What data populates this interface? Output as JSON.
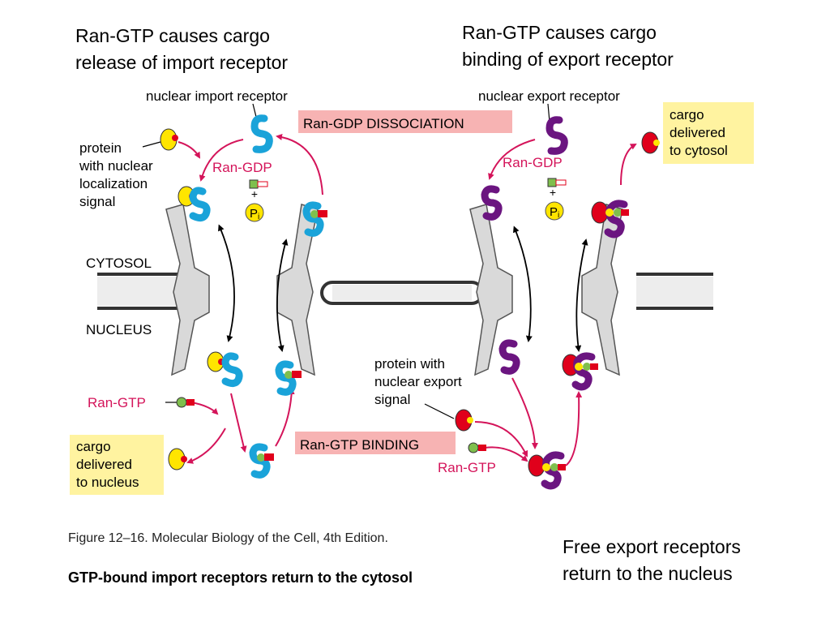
{
  "headings": {
    "import_title": [
      "Ran-GTP causes cargo",
      "release of import receptor"
    ],
    "export_title": [
      "Ran-GTP causes cargo",
      "binding of export receptor"
    ],
    "return_title": [
      "Free export receptors",
      "return to the nucleus"
    ],
    "caption": "GTP-bound import receptors return to the cytosol"
  },
  "figure": {
    "nuclear_import_receptor": "nuclear import receptor",
    "nuclear_export_receptor": "nuclear export receptor",
    "ran_gdp_dissociation": "Ran-GDP DISSOCIATION",
    "ran_gtp_binding": "Ran-GTP BINDING",
    "protein_nls": [
      "protein",
      "with nuclear",
      "localization",
      "signal"
    ],
    "protein_nes": [
      "protein with",
      "nuclear export",
      "signal"
    ],
    "ran_gdp": "Ran-GDP",
    "ran_gtp": "Ran-GTP",
    "plus": "+",
    "pi": "P",
    "pi_sub": "i",
    "cytosol": "CYTOSOL",
    "nucleus": "NUCLEUS",
    "cargo_cytosol": [
      "cargo",
      "delivered",
      "to cytosol"
    ],
    "cargo_nucleus": [
      "cargo",
      "delivered",
      "to nucleus"
    ],
    "figure_caption": "Figure 12–16. Molecular Biology of the Cell, 4th Edition."
  },
  "colors": {
    "import_receptor": "#1aa3d9",
    "export_receptor": "#6b1580",
    "cargo_yellow": "#ffe500",
    "cargo_red": "#e0001b",
    "ran_green": "#7fbf4d",
    "arrow_magenta": "#d4145a",
    "label_magenta": "#d4145a",
    "highlight_pink": "#f7b3b3",
    "highlight_yellow": "#fff3a0",
    "pore_gray": "#d9d9d9",
    "membrane_stroke": "#333333"
  }
}
